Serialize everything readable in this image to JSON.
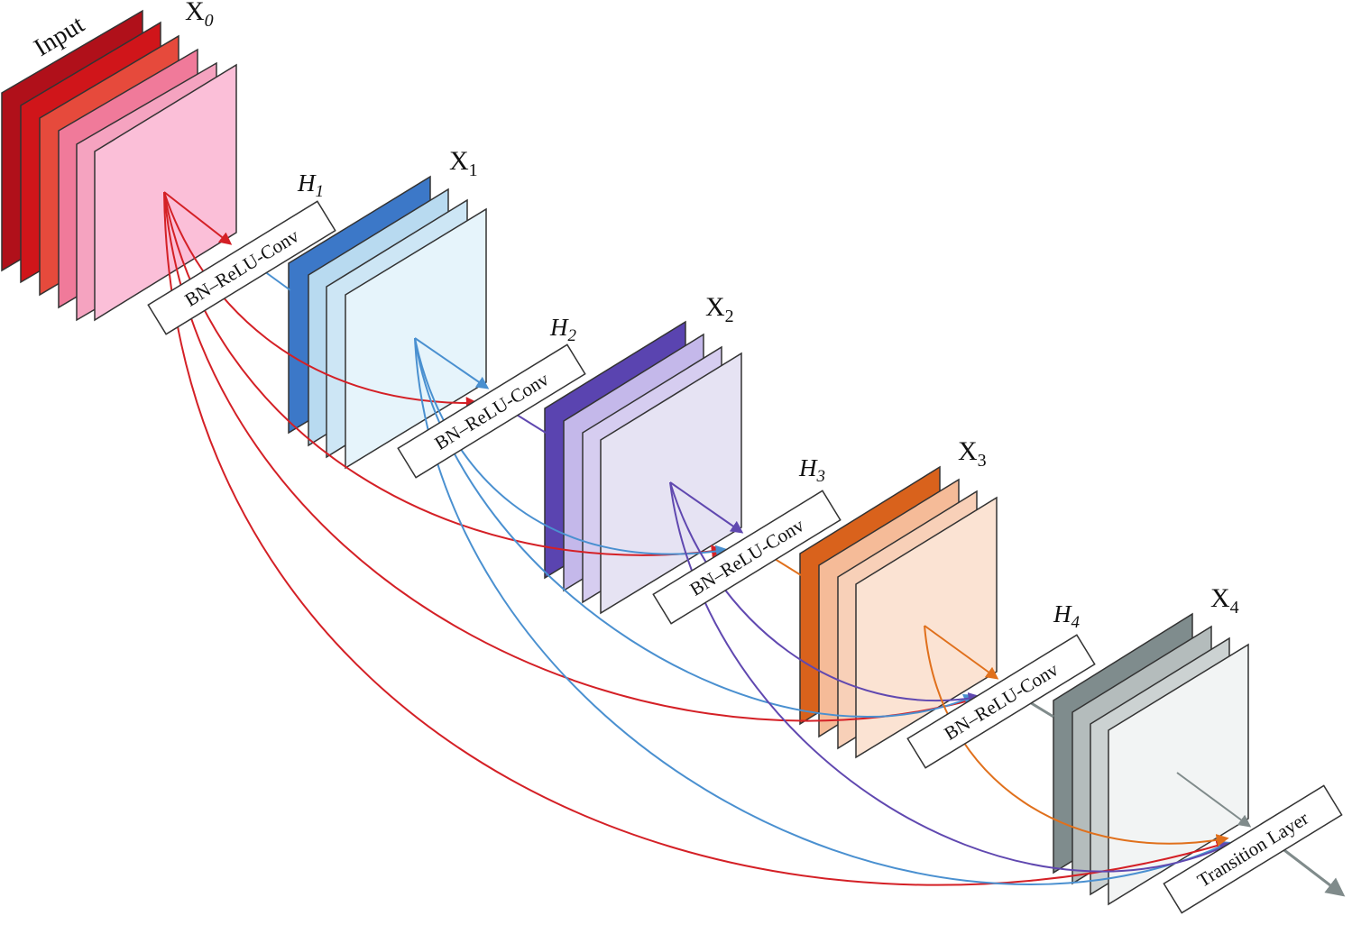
{
  "diagram": {
    "input_label": "Input",
    "feature_maps": [
      {
        "label": "X",
        "sub": "0",
        "colors": [
          "#b0101a",
          "#d0151a",
          "#e64a3c",
          "#f07a9a",
          "#f5a3c0",
          "#fbbfd8"
        ]
      },
      {
        "label": "X",
        "sub": "1",
        "colors": [
          "#3c78c8",
          "#b8daf0",
          "#cde6f5",
          "#e6f4fb"
        ]
      },
      {
        "label": "X",
        "sub": "2",
        "colors": [
          "#5a44b0",
          "#c4b8ea",
          "#d6cdf0",
          "#e6e3f3"
        ]
      },
      {
        "label": "X",
        "sub": "3",
        "colors": [
          "#d9621c",
          "#f5bb98",
          "#f8d0b8",
          "#fbe3d3"
        ]
      },
      {
        "label": "X",
        "sub": "4",
        "colors": [
          "#7f8c8d",
          "#b4bcbc",
          "#ccd2d2",
          "#f2f4f4"
        ]
      }
    ],
    "composite_labels": [
      {
        "label": "H",
        "sub": "1"
      },
      {
        "label": "H",
        "sub": "2"
      },
      {
        "label": "H",
        "sub": "3"
      },
      {
        "label": "H",
        "sub": "4"
      }
    ],
    "composite_box_text": "BN–ReLU-Conv",
    "transition_box_text": "Transition Layer",
    "connection_colors": [
      "#d42026",
      "#4a90d0",
      "#6048b0",
      "#e0701c",
      "#808b8b"
    ]
  }
}
